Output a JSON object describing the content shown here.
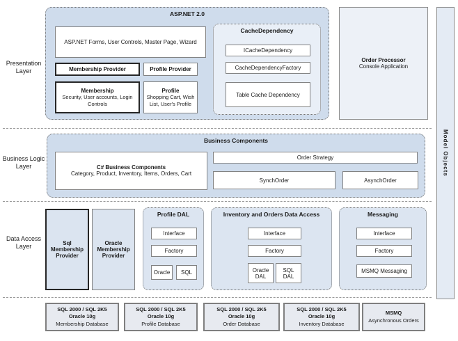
{
  "left_labels": {
    "presentation": "Presentation Layer",
    "business": "Business Logic Layer",
    "data_access": "Data Access Layer"
  },
  "presentation": {
    "title": "ASP.NET 2.0",
    "forms_box": "ASP.NET Forms, User Controls, Master Page, Wizard",
    "membership_provider": "Membership Provider",
    "profile_provider": "Profile Provider",
    "membership": {
      "title": "Membership",
      "subtitle": "Security, User accounts, Login Controls"
    },
    "profile": {
      "title": "Profile",
      "subtitle": "Shopping Cart, Wish List, User's Profile"
    },
    "cache": {
      "title": "CacheDependency",
      "items": [
        "ICacheDependency",
        "CacheDependencyFactory",
        "Table Cache Dependency"
      ]
    }
  },
  "order_processor": {
    "title": "Order Processor",
    "subtitle": "Console Application"
  },
  "model_objects": {
    "label": "Model Objects"
  },
  "business": {
    "title": "Business Components",
    "components": {
      "title": "C# Business Components",
      "subtitle": "Category, Product, Inventory, Items, Orders, Cart"
    },
    "order_strategy": "Order Strategy",
    "synch_order": "SynchOrder",
    "asynch_order": "AsynchOrder"
  },
  "data_access": {
    "sql_provider": "Sql Membership Provider",
    "oracle_provider": "Oracle Membership Provider",
    "profile_dal": {
      "title": "Profile DAL",
      "interface": "Interface",
      "factory": "Factory",
      "oracle": "Oracle",
      "sql": "SQL"
    },
    "inventory_dal": {
      "title": "Inventory and Orders Data Access",
      "interface": "Interface",
      "factory": "Factory",
      "oracle_dal": "Oracle DAL",
      "sql_dal": "SQL DAL"
    },
    "messaging": {
      "title": "Messaging",
      "interface": "Interface",
      "factory": "Factory",
      "msmq": "MSMQ Messaging"
    }
  },
  "databases": [
    {
      "line1": "SQL 2000 / SQL 2K5",
      "line2": "Oracle 10g",
      "line3": "Membership Database"
    },
    {
      "line1": "SQL 2000 / SQL 2K5",
      "line2": "Oracle 10g",
      "line3": "Profile Database"
    },
    {
      "line1": "SQL 2000 / SQL 2K5",
      "line2": "Oracle 10g",
      "line3": "Order Database"
    },
    {
      "line1": "SQL 2000 / SQL 2K5",
      "line2": "Oracle 10g",
      "line3": "Inventory Database"
    },
    {
      "line1": "MSMQ",
      "line3": "Asynchronous Orders"
    }
  ],
  "colors": {
    "layer_fill": "#cfdcec",
    "sub_fill": "#e9eff7",
    "db_fill": "#e7eaf0",
    "border_gray": "#828282",
    "border_dark": "#262626"
  }
}
